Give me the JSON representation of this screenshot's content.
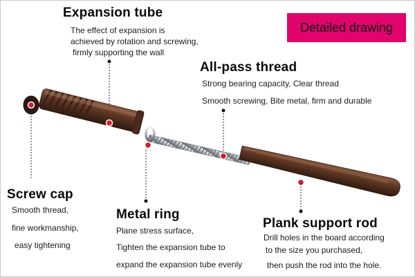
{
  "badge": {
    "label": "Detailed drawing"
  },
  "callouts": {
    "expansion_tube": {
      "title": "Expansion tube",
      "lines": [
        "The effect of expansion is",
        "achieved by rotation and screwing,",
        "firmly supporting the wall"
      ]
    },
    "all_pass_thread": {
      "title": "All-pass thread",
      "lines": [
        "Strong bearing capacity, Clear thread",
        "Smooth screwing, Bite metal, firm and durable"
      ]
    },
    "screw_cap": {
      "title": "Screw cap",
      "lines": [
        "Smooth thread,",
        "fine workmanship,",
        "easy tightening"
      ]
    },
    "metal_ring": {
      "title": "Metal ring",
      "lines": [
        "Plane stress surface,",
        "Tighten the expansion tube to",
        "expand the expansion tube evenly"
      ]
    },
    "plank_support_rod": {
      "title": "Plank support rod",
      "lines": [
        "Drill holes in the board according",
        "to the size you purchased,",
        "then push the rod into the hole."
      ]
    }
  },
  "colors": {
    "badge": "#e0046c",
    "plastic": "#5a3422",
    "marker": "#d11a2a",
    "leader": "#222222"
  }
}
